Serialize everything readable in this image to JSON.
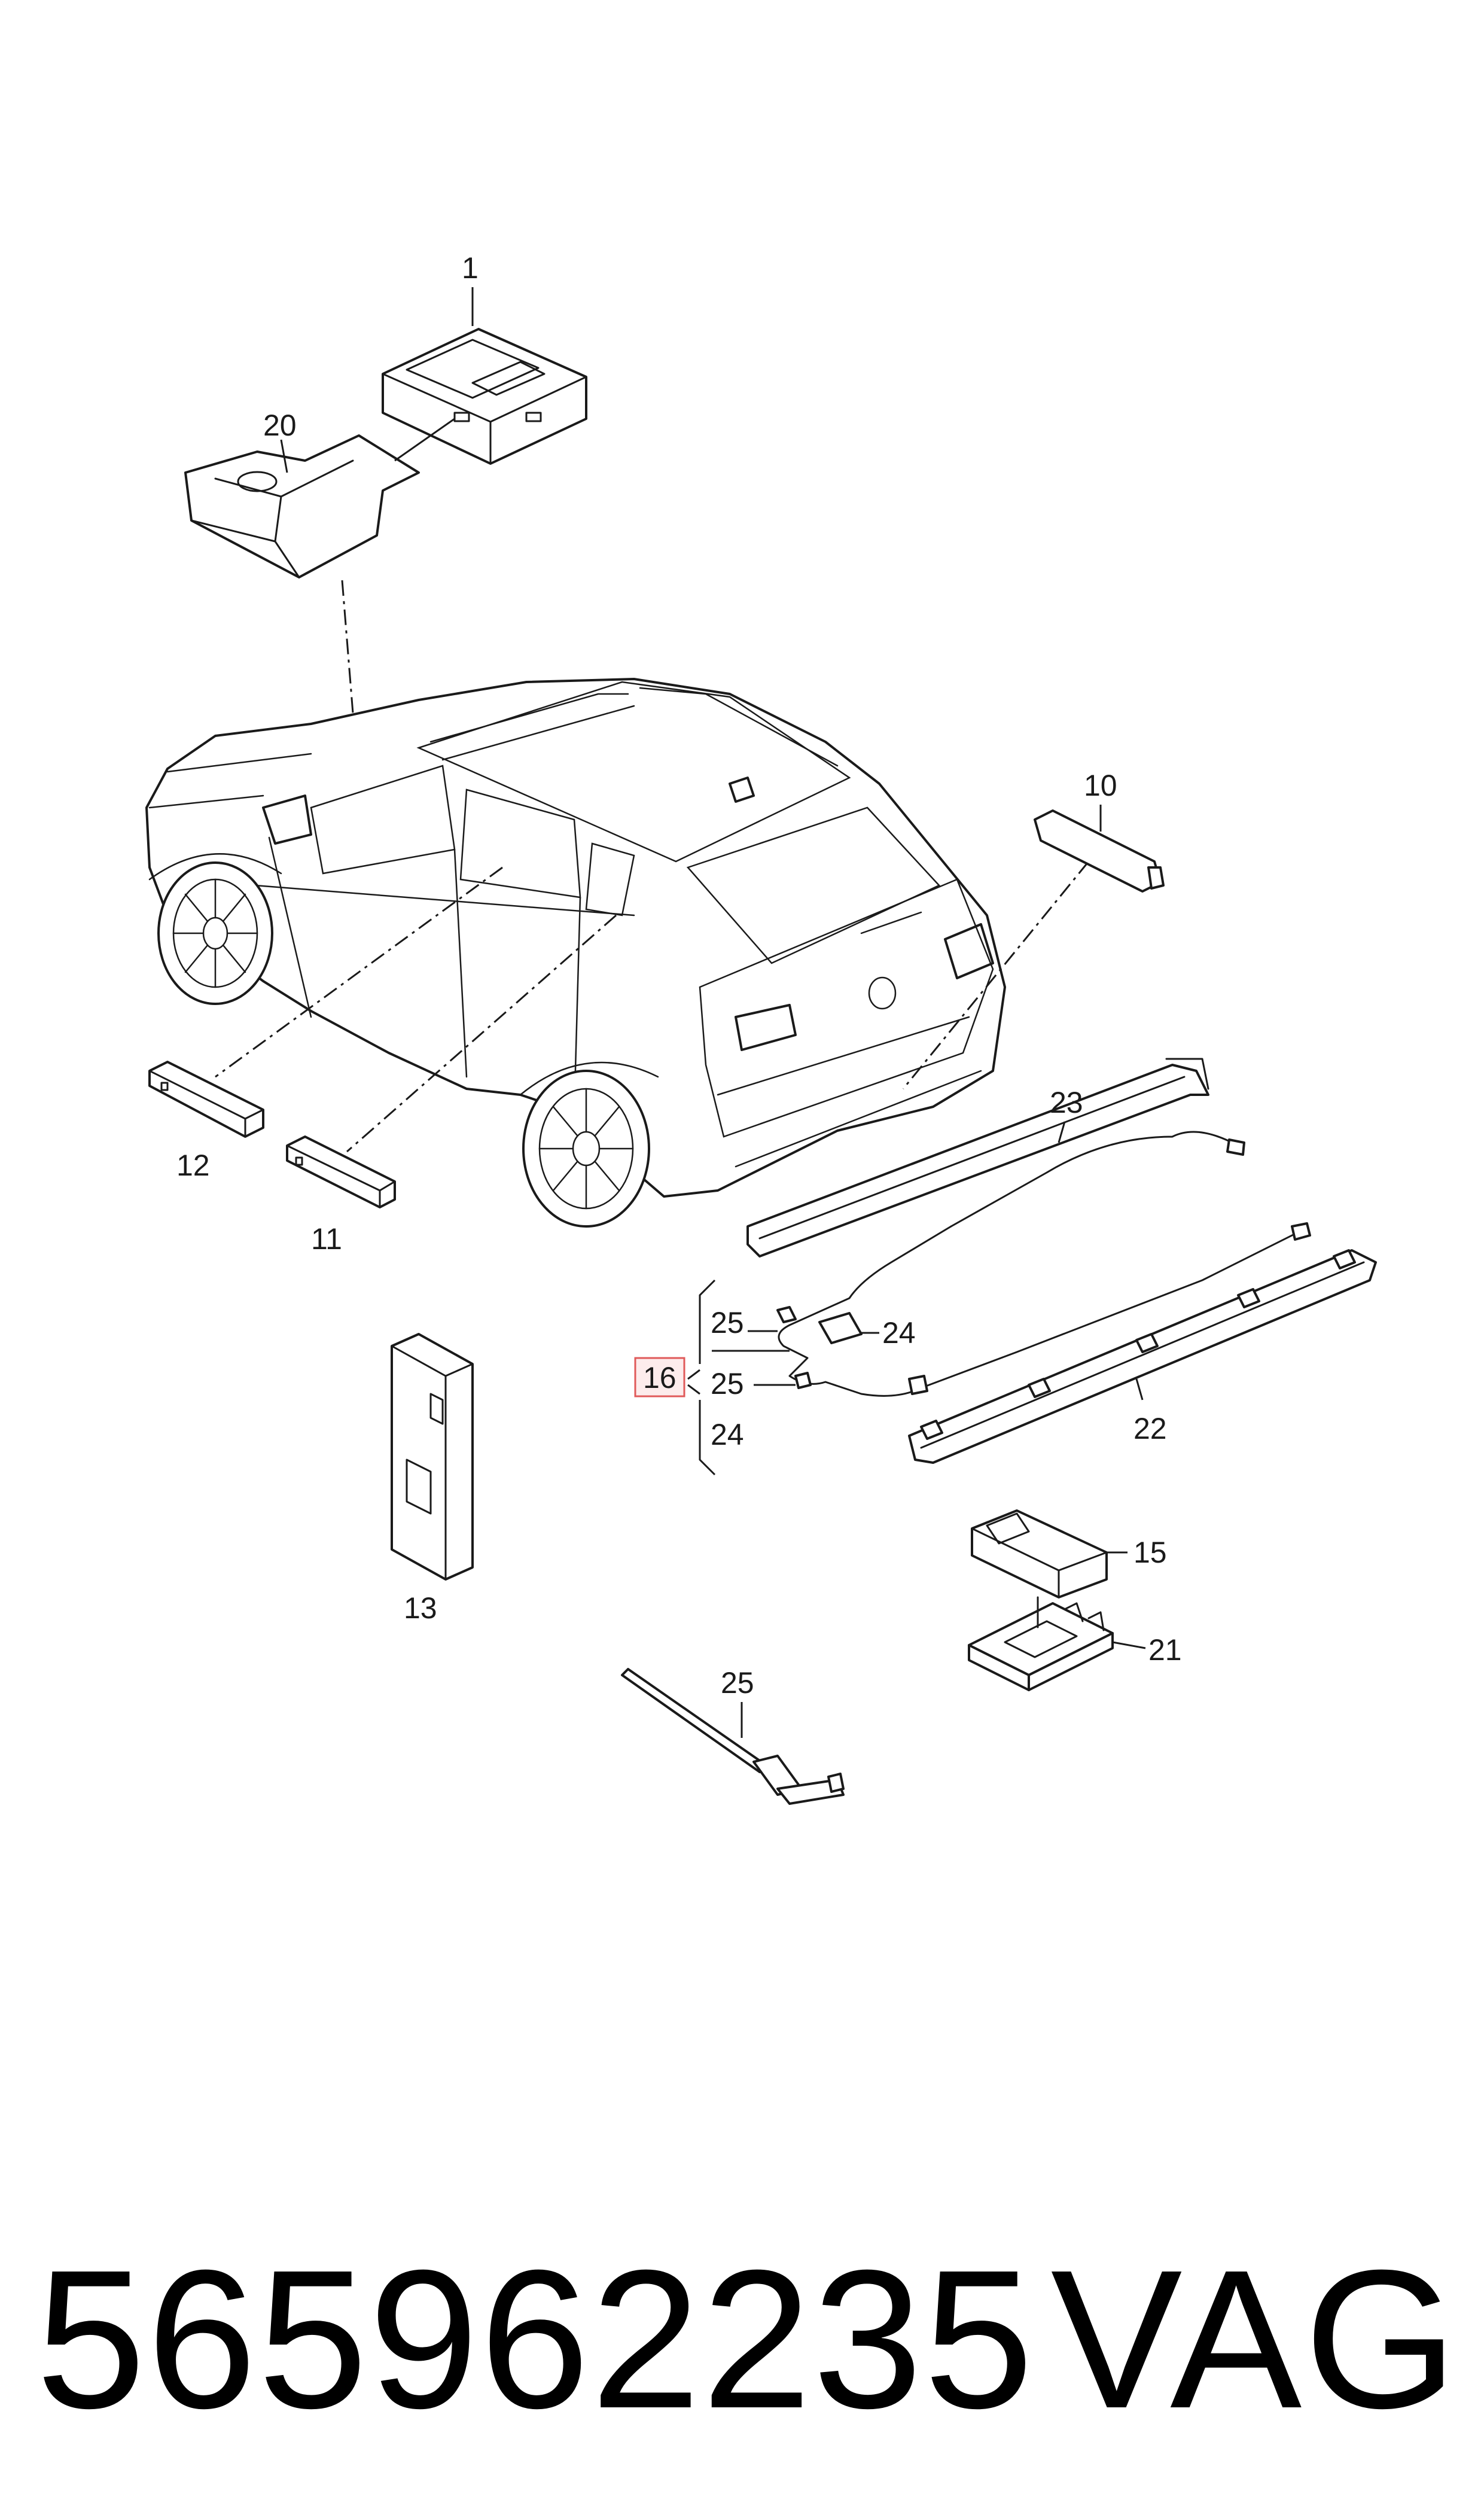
{
  "callouts": {
    "c1": "1",
    "c20": "20",
    "c10": "10",
    "c12": "12",
    "c11": "11",
    "c23": "23",
    "c25a": "25",
    "c24a": "24",
    "c16": "16",
    "c25b": "25",
    "c24b": "24",
    "c22": "22",
    "c13": "13",
    "c15": "15",
    "c21": "21",
    "c25c": "25"
  },
  "highlight_color": "#e05a5a",
  "footer": {
    "part_number": "565962235",
    "brand": "VAG"
  }
}
